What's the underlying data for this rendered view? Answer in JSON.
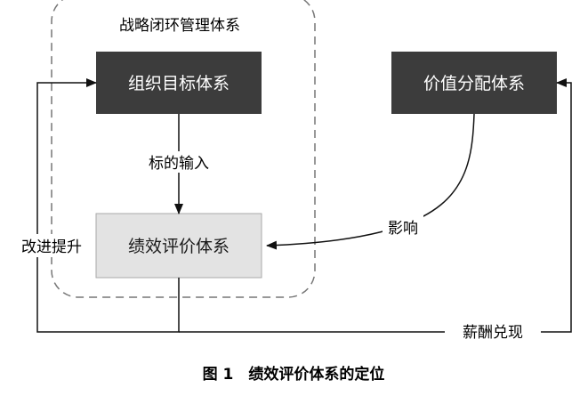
{
  "diagram": {
    "group_title": "战略闭环管理体系",
    "nodes": {
      "org_goal": "组织目标体系",
      "value_dist": "价值分配体系",
      "perf_eval": "绩效评价体系"
    },
    "edge_labels": {
      "goal_input": "标的输入",
      "influence": "影响",
      "improve": "改进提升",
      "salary": "薪酬兑现"
    },
    "colors": {
      "dark_box": "#3c3c3c",
      "light_box": "#e3e3e3",
      "line": "#111111",
      "dashed_frame": "#777777"
    }
  },
  "caption": "图 1　绩效评价体系的定位"
}
